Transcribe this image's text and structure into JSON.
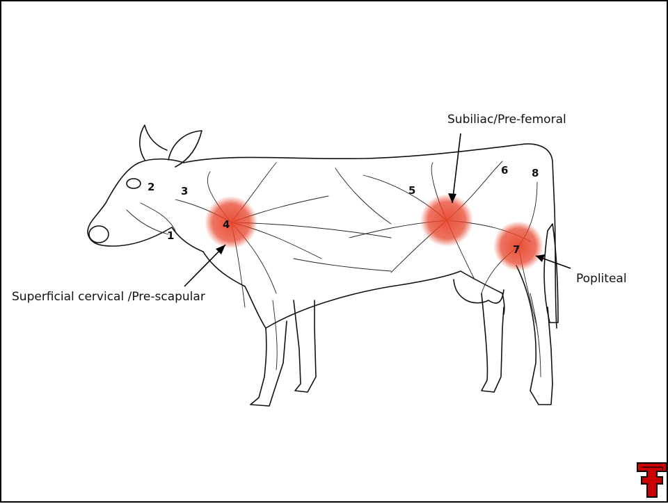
{
  "labels": {
    "superficial_cervical": "Superficial cervical /Pre-scapular",
    "subiliac": "Subiliac/Pre-femoral",
    "popliteal": "Popliteal"
  },
  "node_numbers": [
    "1",
    "2",
    "3",
    "4",
    "5",
    "6",
    "7",
    "8"
  ],
  "colors": {
    "highlight": "#e8452c",
    "logo_red": "#cc0000",
    "outline": "#111111"
  },
  "logo": {
    "name": "double-t-logo"
  }
}
